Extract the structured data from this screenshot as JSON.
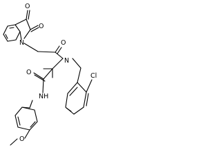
{
  "structure": {
    "atom_labels": {
      "o_top1": "O",
      "o_top2": "O",
      "n_indole": "N",
      "o_amide1": "O",
      "n_amide": "N",
      "cl": "Cl",
      "o_amide2": "O",
      "nh": "NH",
      "o_methoxy": "O"
    }
  }
}
